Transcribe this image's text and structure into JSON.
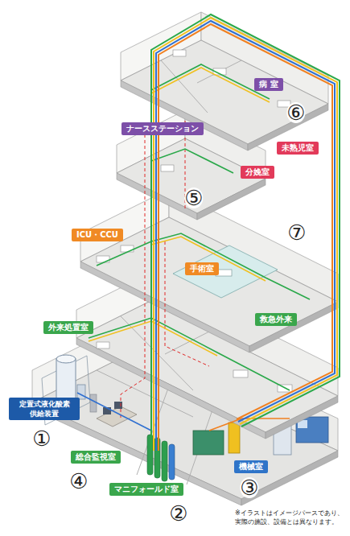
{
  "diagram": {
    "nodes": [
      {
        "text": [
          "病 室"
        ]
      },
      {
        "text": [
          "ナースステーション"
        ]
      },
      {
        "text": [
          "未熟児室"
        ]
      },
      {
        "text": [
          "分娩室"
        ]
      },
      {
        "text": [
          "ICU・CCU"
        ]
      },
      {
        "text": [
          "手術室"
        ]
      },
      {
        "text": [
          "救急外来"
        ]
      },
      {
        "text": [
          "外来処置室"
        ]
      },
      {
        "text": [
          "定置式液化酸素 供給装置"
        ]
      },
      {
        "text": [
          "総合監視室"
        ]
      },
      {
        "text": [
          "機械室"
        ]
      },
      {
        "text": [
          "マニフォールド室"
        ]
      }
    ],
    "labels": [
      "⑥",
      "⑤",
      "⑦",
      "①",
      "④",
      "③",
      "②",
      "※イラストはイメージパースであり、 実際の施設、設備とは異なります。"
    ]
  }
}
